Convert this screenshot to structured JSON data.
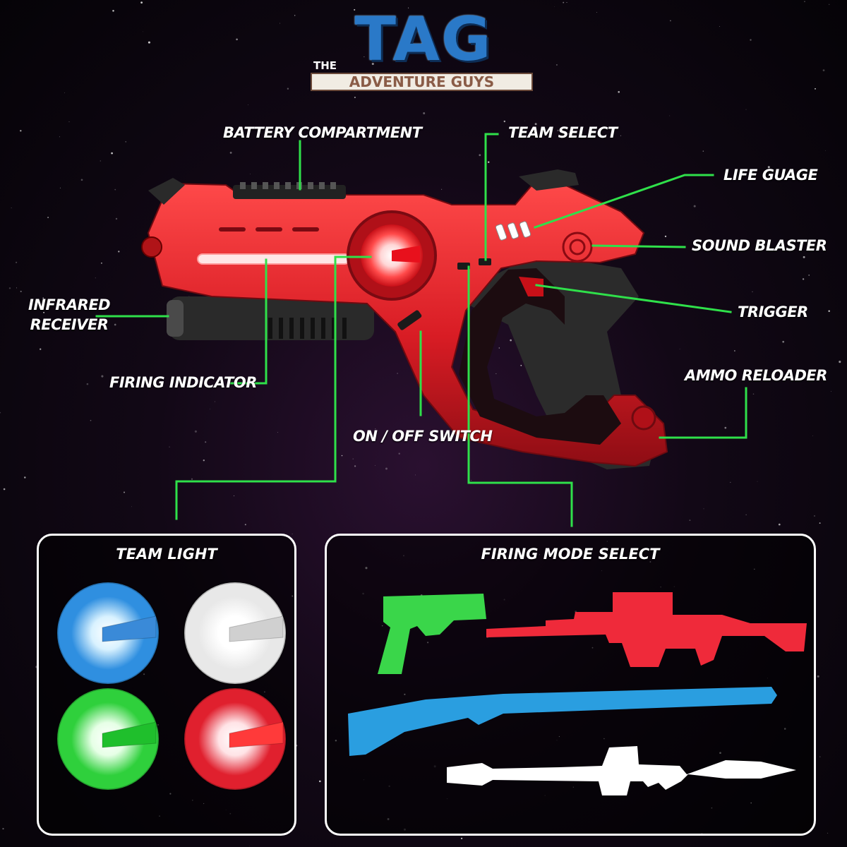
{
  "logo": {
    "tag": "TAG",
    "the": "THE",
    "banner": "ADVENTURE GUYS"
  },
  "labels": {
    "battery_compartment": "BATTERY COMPARTMENT",
    "team_select": "TEAM SELECT",
    "life_guage": "LIFE GUAGE",
    "sound_blaster": "SOUND BLASTER",
    "trigger": "TRIGGER",
    "ammo_reloader": "AMMO RELOADER",
    "infrared_receiver_line1": "INFRARED",
    "infrared_receiver_line2": "RECEIVER",
    "firing_indicator": "FIRING INDICATOR",
    "on_off_switch": "ON / OFF SWITCH"
  },
  "panels": {
    "team_light": {
      "title": "TEAM LIGHT",
      "lights": [
        {
          "color": "#2f8fe0",
          "glow": "#d9f2ff",
          "wedge": "#3a8ad8"
        },
        {
          "color": "#e8e8e8",
          "glow": "#ffffff",
          "wedge": "#d0d0d0"
        },
        {
          "color": "#2fd03c",
          "glow": "#e6ffe6",
          "wedge": "#1fbf2c"
        },
        {
          "color": "#e0202e",
          "glow": "#ffe3e6",
          "wedge": "#ff3a3a"
        }
      ]
    },
    "firing_mode_select": {
      "title": "FIRING MODE SELECT",
      "modes": [
        {
          "icon": "pistol-icon",
          "color": "#3ad64a"
        },
        {
          "icon": "rifle-icon",
          "color": "#ef2a3a"
        },
        {
          "icon": "shotgun-icon",
          "color": "#2a9ee0"
        },
        {
          "icon": "rocket-launcher-icon",
          "color": "#ffffff"
        }
      ]
    }
  },
  "colors": {
    "leader_line": "#2fe04a",
    "gun_body": "#d81c24",
    "panel_border": "#ffffff"
  }
}
